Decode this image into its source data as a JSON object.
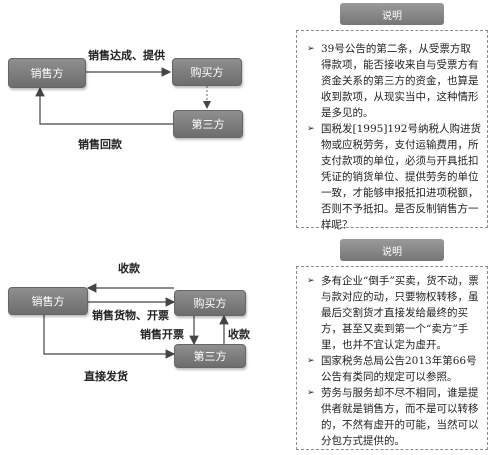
{
  "diagram1": {
    "nodes": {
      "seller": "销售方",
      "buyer": "购买方",
      "third": "第三方"
    },
    "edge_top": "销售达成、提供",
    "edge_bottom": "销售回款"
  },
  "panel1": {
    "header": "说明",
    "bullets": [
      "39号公告的第二条，从受票方取得款项，能否接收来自与受票方有资金关系的第三方的资金，也算是收到款项，从现实当中，这种情形是多见的。",
      "国税发[1995]192号纳税人购进货物或应税劳务，支付运输费用，所支付款项的单位，必须与开具抵扣凭证的销货单位、提供劳务的单位一致，才能够申报抵扣进项税额，否则不予抵扣。是否反制销售方一样呢？"
    ]
  },
  "diagram2": {
    "nodes": {
      "seller": "销售方",
      "buyer": "购买方",
      "third": "第三方"
    },
    "edge_collect": "收款",
    "edge_goods": "销售货物、开票",
    "edge_invoice": "销售开票",
    "edge_receipt": "收款",
    "edge_direct": "直接发货"
  },
  "panel2": {
    "header": "说明",
    "bullets": [
      "多有企业“倒手”买卖，货不动，票与款对应的动，只要物权转移，虽最后交割货才直接发给最终的买方，甚至又卖到第一个“卖方”手里，也并不宜认定为虚开。",
      "国家税务总局公告2013年第66号公告有类同的规定可以参照。",
      "劳务与服务却不尽不相同，谁是提供者就是销售方，而不是可以转移的，不然有虚开的可能，当然可以分包方式提供的。"
    ]
  }
}
